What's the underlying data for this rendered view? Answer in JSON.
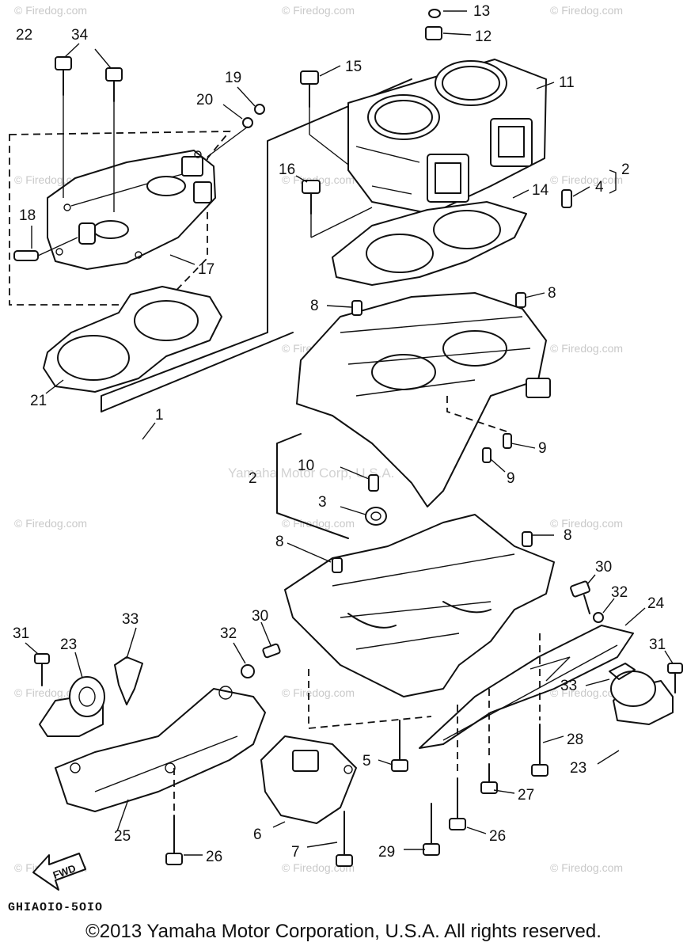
{
  "diagram": {
    "watermark": "© Firedog.com",
    "center_watermark": "Yamaha Motor Corp, U.S.A.",
    "fwd_label": "FWD",
    "code": "GHIAOIO-5OIO",
    "copyright": "©2013 Yamaha Motor Corporation, U.S.A. All rights reserved.",
    "callouts": [
      "13",
      "12",
      "22",
      "34",
      "15",
      "11",
      "19",
      "20",
      "16",
      "2",
      "4",
      "14",
      "18",
      "17",
      "8",
      "8",
      "21",
      "1",
      "9",
      "9",
      "10",
      "2",
      "3",
      "8",
      "8",
      "30",
      "32",
      "24",
      "31",
      "23",
      "33",
      "30",
      "32",
      "31",
      "33",
      "28",
      "5",
      "23",
      "27",
      "25",
      "6",
      "26",
      "7",
      "29",
      "26"
    ]
  }
}
